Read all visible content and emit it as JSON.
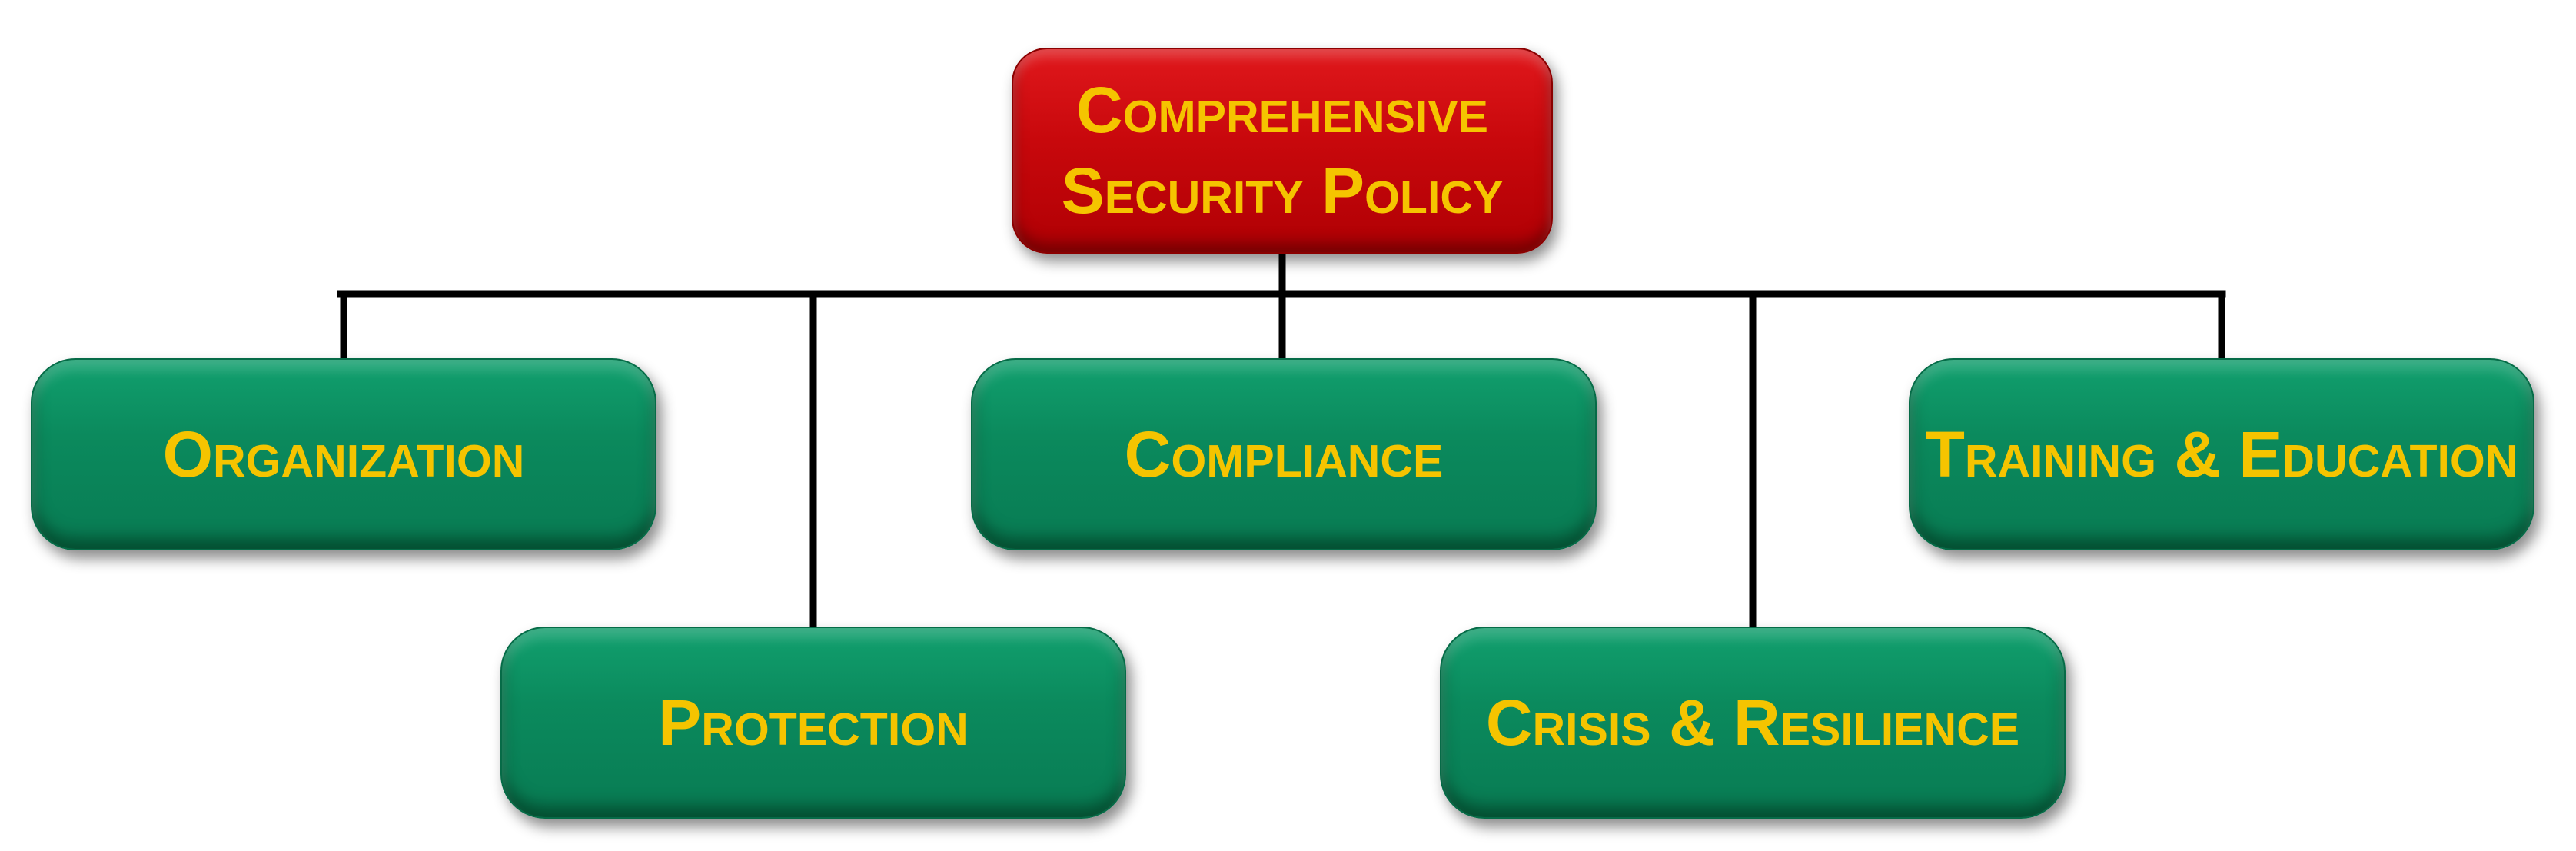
{
  "diagram": {
    "root": {
      "line1": "Comprehensive",
      "line2": "Security Policy"
    },
    "children": {
      "organization": "Organization",
      "compliance": "Compliance",
      "training": "Training & Education",
      "protection": "Protection",
      "crisis": "Crisis & Resilience"
    }
  },
  "colors": {
    "root_fill": "#c8080c",
    "child_fill": "#0b8a5d",
    "text": "#f5c400",
    "connector": "#000000"
  }
}
